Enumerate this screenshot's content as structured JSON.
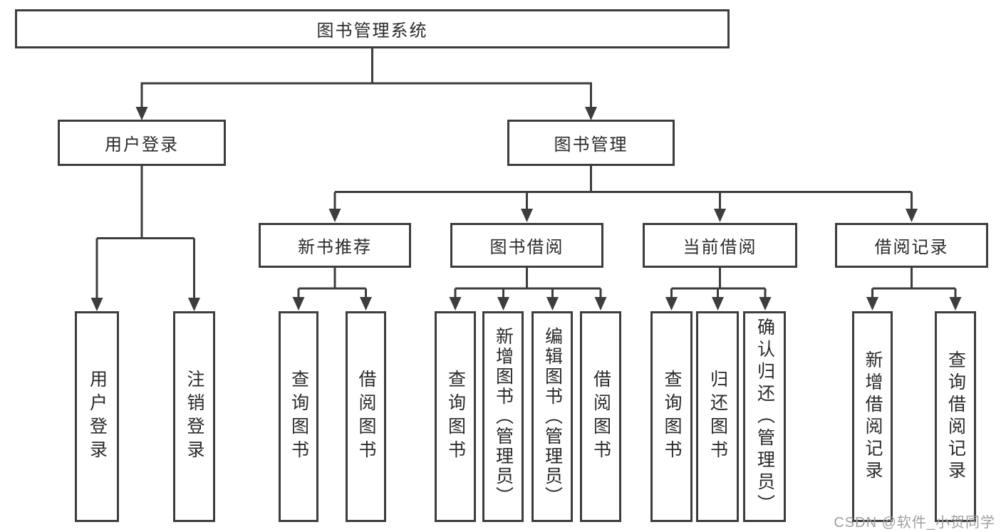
{
  "diagram": {
    "root": {
      "label": "图书管理系统"
    },
    "branches": [
      {
        "label": "用户登录"
      },
      {
        "label": "图书管理"
      }
    ],
    "modules": [
      {
        "label": "新书推荐"
      },
      {
        "label": "图书借阅"
      },
      {
        "label": "当前借阅"
      },
      {
        "label": "借阅记录"
      }
    ],
    "leaves": [
      {
        "label": "用户登录",
        "parent": "用户登录"
      },
      {
        "label": "注销登录",
        "parent": "用户登录"
      },
      {
        "label": "查询图书",
        "parent": "新书推荐"
      },
      {
        "label": "借阅图书",
        "parent": "新书推荐"
      },
      {
        "label": "查询图书",
        "parent": "图书借阅"
      },
      {
        "label": "新增图书（管理员）",
        "parent": "图书借阅"
      },
      {
        "label": "编辑图书（管理员）",
        "parent": "图书借阅"
      },
      {
        "label": "借阅图书",
        "parent": "图书借阅"
      },
      {
        "label": "查询图书",
        "parent": "当前借阅"
      },
      {
        "label": "归还图书",
        "parent": "当前借阅"
      },
      {
        "label": "确认归还（管理员）",
        "parent": "当前借阅"
      },
      {
        "label": "新增借阅记录",
        "parent": "借阅记录"
      },
      {
        "label": "查询借阅记录",
        "parent": "借阅记录"
      }
    ],
    "colors": {
      "line": "#3d3d3d",
      "text": "#2a2a2a",
      "background": "#ffffff",
      "watermark": "#a0a0a0"
    }
  },
  "watermark": {
    "text": "CSDN @软件_小贺同学"
  }
}
